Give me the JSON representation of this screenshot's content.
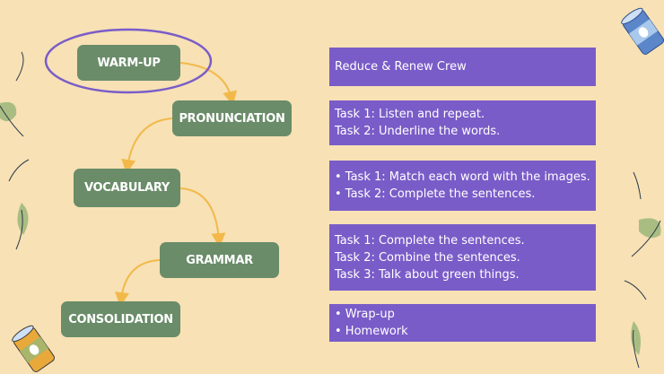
{
  "flow": {
    "nodes": [
      {
        "label": "WARM-UP"
      },
      {
        "label": "PRONUNCIATION"
      },
      {
        "label": "VOCABULARY"
      },
      {
        "label": "GRAMMAR"
      },
      {
        "label": "CONSOLIDATION"
      }
    ],
    "highlight_color": "#7a5cc8",
    "node_color": "#6a8c69",
    "arrow_color": "#f2b94a"
  },
  "details": [
    {
      "lines": [
        "Reduce & Renew Crew"
      ]
    },
    {
      "lines": [
        "Task 1: Listen and repeat.",
        "Task 2: Underline the words."
      ]
    },
    {
      "lines": [
        "• Task 1: Match each word with the images.",
        "• Task 2: Complete the sentences."
      ]
    },
    {
      "lines": [
        "Task 1: Complete the sentences.",
        "Task 2: Combine the sentences.",
        "Task 3: Talk about green things."
      ]
    },
    {
      "lines": [
        "• Wrap-up",
        "• Homework"
      ]
    }
  ],
  "colors": {
    "background": "#f7e1b5",
    "box": "#7a5cc8"
  }
}
